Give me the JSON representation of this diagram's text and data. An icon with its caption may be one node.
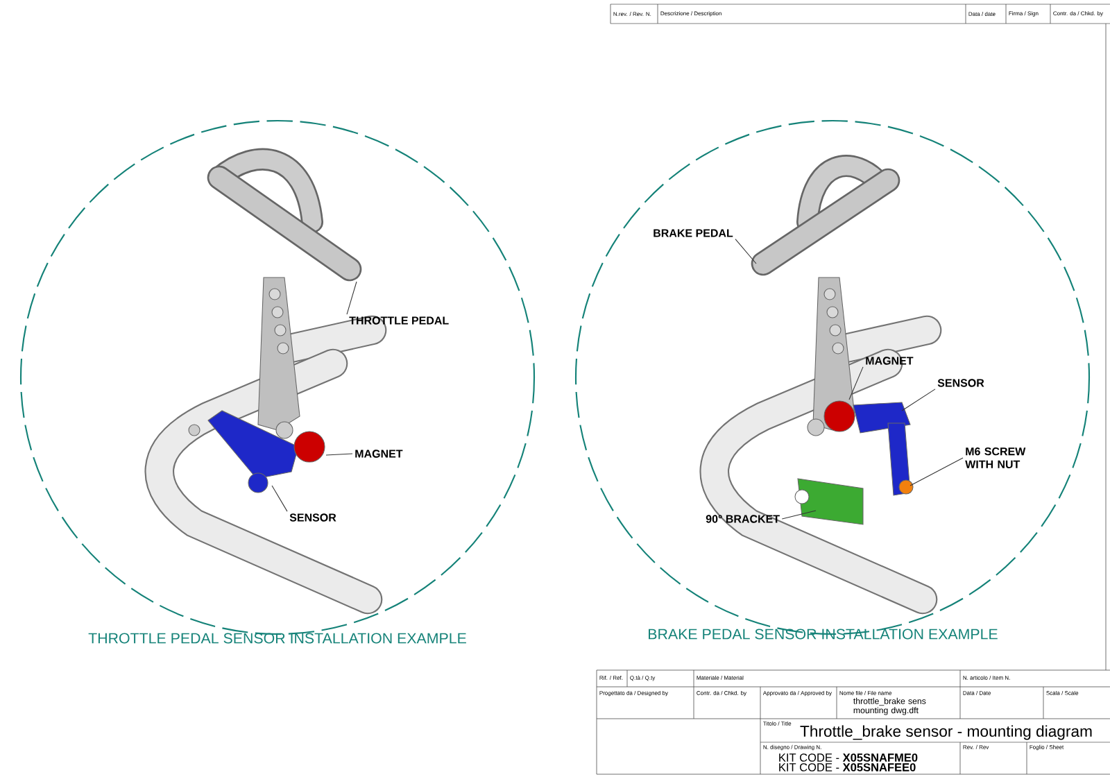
{
  "diagram": {
    "nodes": [
      {
        "text": [
          "THROTTLE PEDAL"
        ]
      },
      {
        "text": [
          "MAGNET"
        ]
      },
      {
        "text": [
          "SENSOR"
        ]
      },
      {
        "text": [
          "BRAKE PEDAL"
        ]
      },
      {
        "text": [
          "MAGNET"
        ]
      },
      {
        "text": [
          "SENSOR"
        ]
      },
      {
        "text": [
          "M6 SCREW WITH NUT"
        ]
      },
      {
        "text": [
          "90° BRACKET"
        ]
      }
    ],
    "edges": [
      {
        "from": 0,
        "to": null,
        "arrow": "none"
      },
      {
        "from": 1,
        "to": null,
        "arrow": "none"
      },
      {
        "from": 2,
        "to": null,
        "arrow": "none"
      },
      {
        "from": 3,
        "to": null,
        "arrow": "none"
      },
      {
        "from": 4,
        "to": null,
        "arrow": "none"
      },
      {
        "from": 5,
        "to": null,
        "arrow": "none"
      },
      {
        "from": 6,
        "to": null,
        "arrow": "none"
      },
      {
        "from": 7,
        "to": null,
        "arrow": "none"
      }
    ],
    "labels": [
      "N.rev. / Rev. N.",
      "Descrizione / Description",
      "Data / date",
      "Firma / Sign",
      "Contr. da / Chkd. by",
      "THROTTLE PEDAL SENSOR INSTALLATION EXAMPLE",
      "BRAKE PEDAL SENSOR INSTALLATION EXAMPLE",
      "Rif. / Ref.",
      "Q.tà / Q.ty",
      "Materiale / Material",
      "N. articolo / Item N.",
      "Progettato da / Designed by",
      "Contr. da / Chkd. by",
      "Approvato da / Approved by",
      "Nome file / File name",
      "throttle_brake sens mounting dwg.dft",
      "Data / Date",
      "Scala / Scale",
      "Titolo / Title",
      "Throttle_brake sensor - mounting diagram",
      "N. disegno / Drawing N.",
      "KIT CODE - **X05SNAFME0**",
      "KIT CODE - **X05SNAFEE0**",
      "Rev. / Rev",
      "Foglio / Sheet"
    ]
  }
}
